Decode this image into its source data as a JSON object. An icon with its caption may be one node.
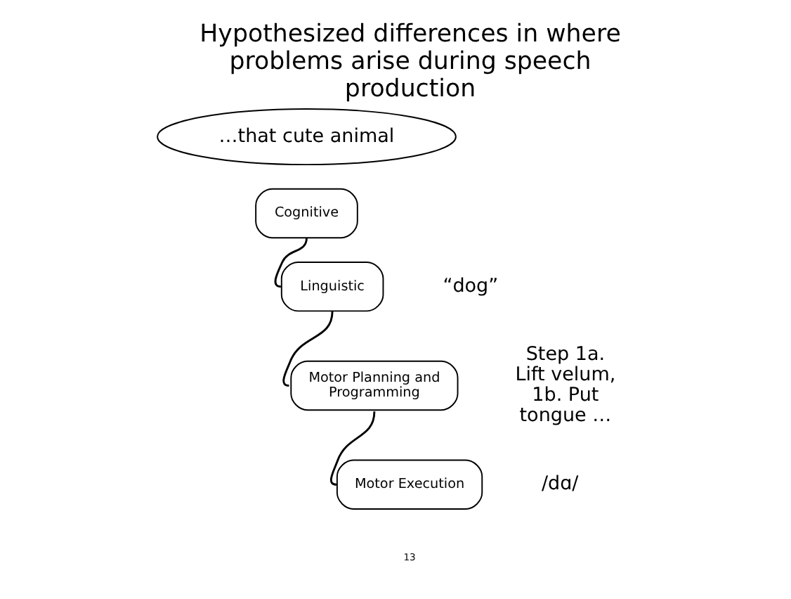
{
  "diagram": {
    "title": "Hypothesized differences in where problems arise during speech production",
    "nodes": [
      {
        "text": [
          "…that cute animal"
        ]
      },
      {
        "text": [
          "Cognitive"
        ]
      },
      {
        "text": [
          "Linguistic"
        ],
        "beside": [
          "“dog”"
        ]
      },
      {
        "text": [
          "Motor Planning and Programming"
        ],
        "beside": [
          "Step 1a. Lift velum, 1b. Put tongue …"
        ]
      },
      {
        "text": [
          "Motor Execution"
        ],
        "beside": [
          "/dɑ/"
        ]
      }
    ],
    "edges": [
      {
        "from": 1,
        "to": 2,
        "arrow": "none"
      },
      {
        "from": 2,
        "to": 3,
        "arrow": "none"
      },
      {
        "from": 3,
        "to": 4,
        "arrow": "none"
      }
    ],
    "labels": [
      "13"
    ]
  }
}
